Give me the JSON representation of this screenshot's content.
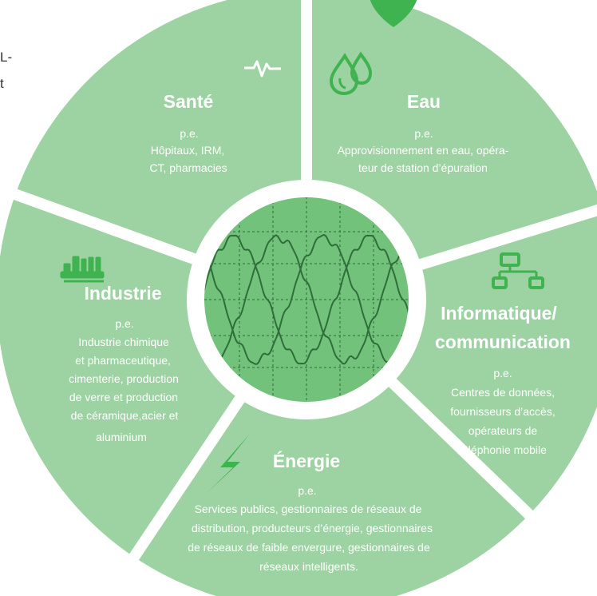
{
  "page_fragment": [
    "L-",
    "t"
  ],
  "colors": {
    "sector_fill": "#9dd3a2",
    "icon_green": "#3fb34f",
    "ring": "#ffffff",
    "core": "#72c27b",
    "core_inner": "#8ccf8f",
    "waveform": "#2f6e3a",
    "text": "#ffffff"
  },
  "center": {
    "icon": "oscilloscope-waveform"
  },
  "sectors": [
    {
      "id": "sante",
      "title": [
        "Santé"
      ],
      "prefix": "p.e.",
      "lines": [
        "Hôpitaux, IRM,",
        "CT, pharmacies"
      ],
      "icon": "heart-pulse-icon"
    },
    {
      "id": "eau",
      "title": [
        "Eau"
      ],
      "prefix": "p.e.",
      "lines": [
        "Approvisionnement en eau, opéra-",
        "teur de station d’épuration"
      ],
      "icon": "water-drops-icon"
    },
    {
      "id": "informatique",
      "title": [
        "Informatique/",
        "communication"
      ],
      "prefix": "p.e.",
      "lines": [
        "Centres de données,",
        "fournisseurs d’accès,",
        "opérateurs de",
        "téléphonie mobile"
      ],
      "icon": "network-icon"
    },
    {
      "id": "energie",
      "title": [
        "Énergie"
      ],
      "prefix": "p.e.",
      "lines": [
        "Services publics, gestionnaires de réseaux de",
        "distribution, producteurs d’énergie, gestionnaires",
        "de réseaux de faible envergure, gestionnaires de",
        "réseaux intelligents."
      ],
      "icon": "lightning-icon"
    },
    {
      "id": "industrie",
      "title": [
        "Industrie"
      ],
      "prefix": "p.e.",
      "lines": [
        "Industrie chimique",
        "et pharmaceutique,",
        "cimenterie, production",
        "de verre et production",
        "de céramique,acier et",
        "aluminium"
      ],
      "icon": "factory-icon"
    }
  ]
}
